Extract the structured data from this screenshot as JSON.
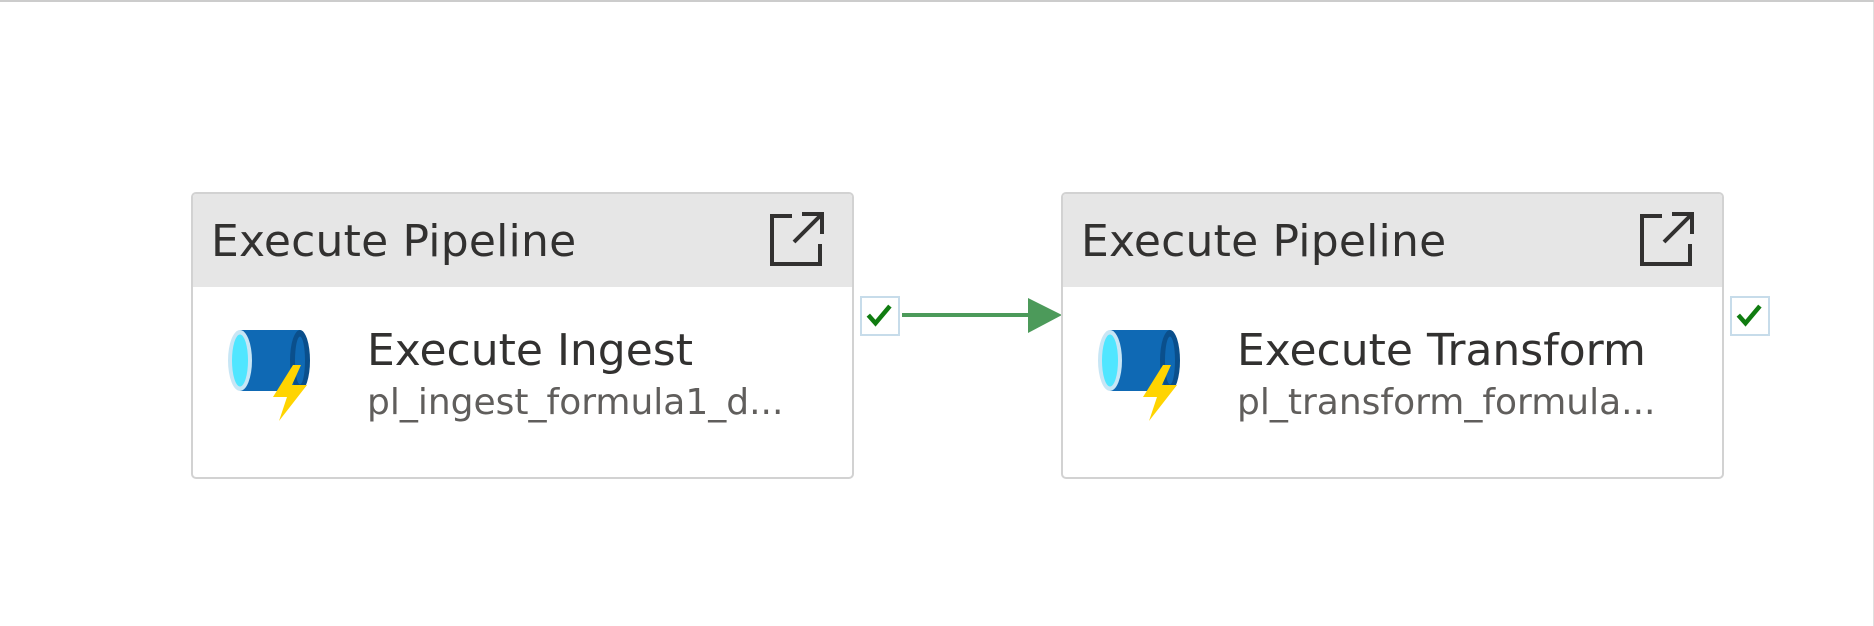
{
  "activities": [
    {
      "type_label": "Execute Pipeline",
      "name": "Execute Ingest",
      "pipeline": "pl_ingest_formula1_d..."
    },
    {
      "type_label": "Execute Pipeline",
      "name": "Execute Transform",
      "pipeline": "pl_transform_formula..."
    }
  ],
  "colors": {
    "success_green": "#107c10",
    "connector_green": "#4c9a5a",
    "pipe_blue": "#0f69b4",
    "pipe_cyan": "#50e6ff",
    "bolt_yellow": "#ffd400"
  },
  "icons": {
    "open_pipeline": "open-external-icon",
    "activity": "execute-pipeline-icon",
    "status": "success-checkmark-icon"
  }
}
